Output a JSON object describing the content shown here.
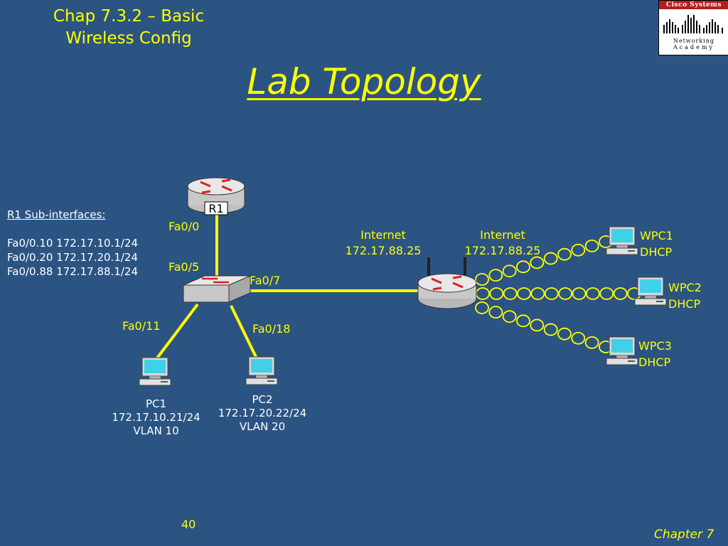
{
  "header": {
    "chapter_title_line1": "Chap 7.3.2 – Basic",
    "chapter_title_line2": "Wireless Config",
    "slide_title": "Lab Topology"
  },
  "logo": {
    "brand": "Cisco Systems",
    "line1": "Networking",
    "line2": "Academy",
    "accent_color": "#b02020"
  },
  "subinterfaces": {
    "heading": "R1 Sub-interfaces:",
    "lines": [
      "Fa0/0.10 172.17.10.1/24",
      "Fa0/0.20 172.17.20.1/24",
      "Fa0/0.88 172.17.88.1/24"
    ]
  },
  "topology": {
    "router_name": "R1",
    "ports": {
      "r1_port": "Fa0/0",
      "sw_uplink": "Fa0/5",
      "sw_to_wrs": "Fa0/7",
      "sw_to_pc1": "Fa0/11",
      "sw_to_pc2": "Fa0/18"
    },
    "internet_left": {
      "label": "Internet",
      "ip": "172.17.88.25"
    },
    "internet_right": {
      "label": "Internet",
      "ip": "172.17.88.25"
    },
    "pc1": {
      "name": "PC1",
      "ip": "172.17.10.21/24",
      "vlan": "VLAN 10"
    },
    "pc2": {
      "name": "PC2",
      "ip": "172.17.20.22/24",
      "vlan": "VLAN 20"
    },
    "wpc1": {
      "name": "WPC1",
      "addr": "DHCP"
    },
    "wpc2": {
      "name": "WPC2",
      "addr": "DHCP"
    },
    "wpc3": {
      "name": "WPC3",
      "addr": "DHCP"
    },
    "link_color": "#ffff00"
  },
  "footer": {
    "page_number": "40",
    "chapter": "Chapter 7"
  }
}
